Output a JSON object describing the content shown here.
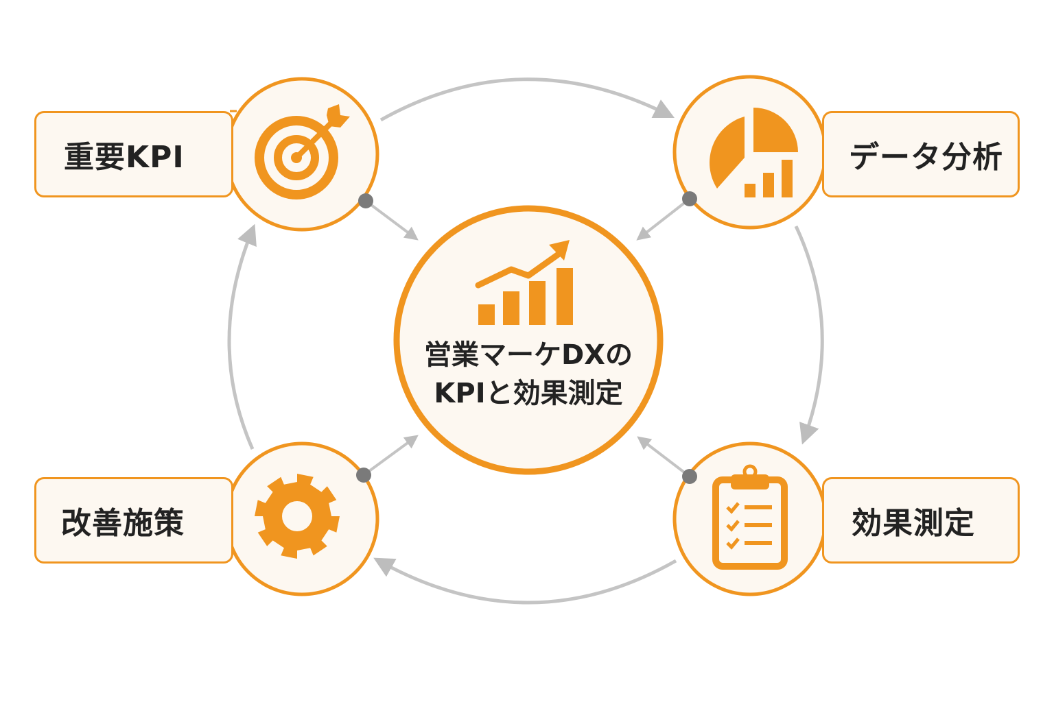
{
  "diagram": {
    "center": {
      "title_line1": "営業マーケDXの",
      "title_line2": "KPIと効果測定",
      "icon": "growth-chart-icon"
    },
    "nodes": [
      {
        "id": "kpi",
        "label": "重要KPI",
        "icon": "target-icon"
      },
      {
        "id": "analysis",
        "label": "データ分析",
        "icon": "pie-bar-chart-icon"
      },
      {
        "id": "measure",
        "label": "効果測定",
        "icon": "clipboard-checklist-icon"
      },
      {
        "id": "improve",
        "label": "改善施策",
        "icon": "gear-icon"
      }
    ],
    "cycle_order": [
      "重要KPI",
      "データ分析",
      "効果測定",
      "改善施策"
    ]
  },
  "colors": {
    "accent": "#f0951f",
    "circle_fill": "#fdf8f1",
    "connector": "#bdbdbd",
    "dot": "#7a7a7a",
    "text": "#222222"
  }
}
